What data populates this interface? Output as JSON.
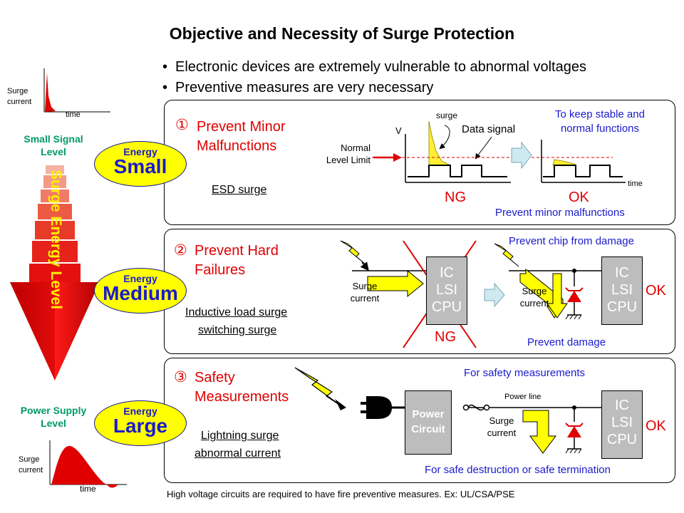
{
  "title": "Objective and Necessity of Surge Protection",
  "bullets": [
    "Electronic devices are extremely vulnerable to abnormal voltages",
    "Preventive measures are very necessary"
  ],
  "left": {
    "small_graph": {
      "ylabel": "Surge\ncurrent",
      "xlabel": "time"
    },
    "large_graph": {
      "ylabel": "Surge\ncurrent",
      "xlabel": "time"
    },
    "small_level": "Small Signal\nLevel",
    "power_level": "Power Supply\nLevel",
    "arrow_text": "Surge Energy Level",
    "energy_label": "Energy",
    "energy_small": "Small",
    "energy_medium": "Medium",
    "energy_large": "Large"
  },
  "panel1": {
    "heading_num": "①",
    "heading": "Prevent Minor\nMalfunctions",
    "type": "ESD surge",
    "v_label": "V",
    "surge_label": "surge",
    "data_signal": "Data signal",
    "normal_level": "Normal\nLevel Limit",
    "ng": "NG",
    "ok": "OK",
    "time": "time",
    "keep_stable": "To keep stable and\nnormal functions",
    "prevent_minor": "Prevent minor malfunctions"
  },
  "panel2": {
    "heading_num": "②",
    "heading": "Prevent Hard\nFailures",
    "type1": "Inductive load surge",
    "type2": "switching surge",
    "surge_current": "Surge\ncurrent",
    "ic_lines": [
      "IC",
      "LSI",
      "CPU"
    ],
    "ng": "NG",
    "ok": "OK",
    "prevent_chip": "Prevent chip from damage",
    "prevent_damage": "Prevent damage"
  },
  "panel3": {
    "heading_num": "③",
    "heading": "Safety\nMeasurements",
    "type1": "Lightning surge",
    "type2": "abnormal current",
    "power_circuit": "Power\nCircuit",
    "power_line": "Power line",
    "surge_current": "Surge\ncurrent",
    "ic_lines": [
      "IC",
      "LSI",
      "CPU"
    ],
    "ok": "OK",
    "for_safety": "For safety measurements",
    "safe_destruction": "For safe destruction or safe termination"
  },
  "footer": "High voltage circuits are required to have fire preventive measures. Ex: UL/CSA/PSE",
  "colors": {
    "red": "#e00000",
    "blue": "#1a1acc",
    "green": "#009966",
    "yellow": "#ffff00",
    "gray": "#bdbdbd"
  }
}
